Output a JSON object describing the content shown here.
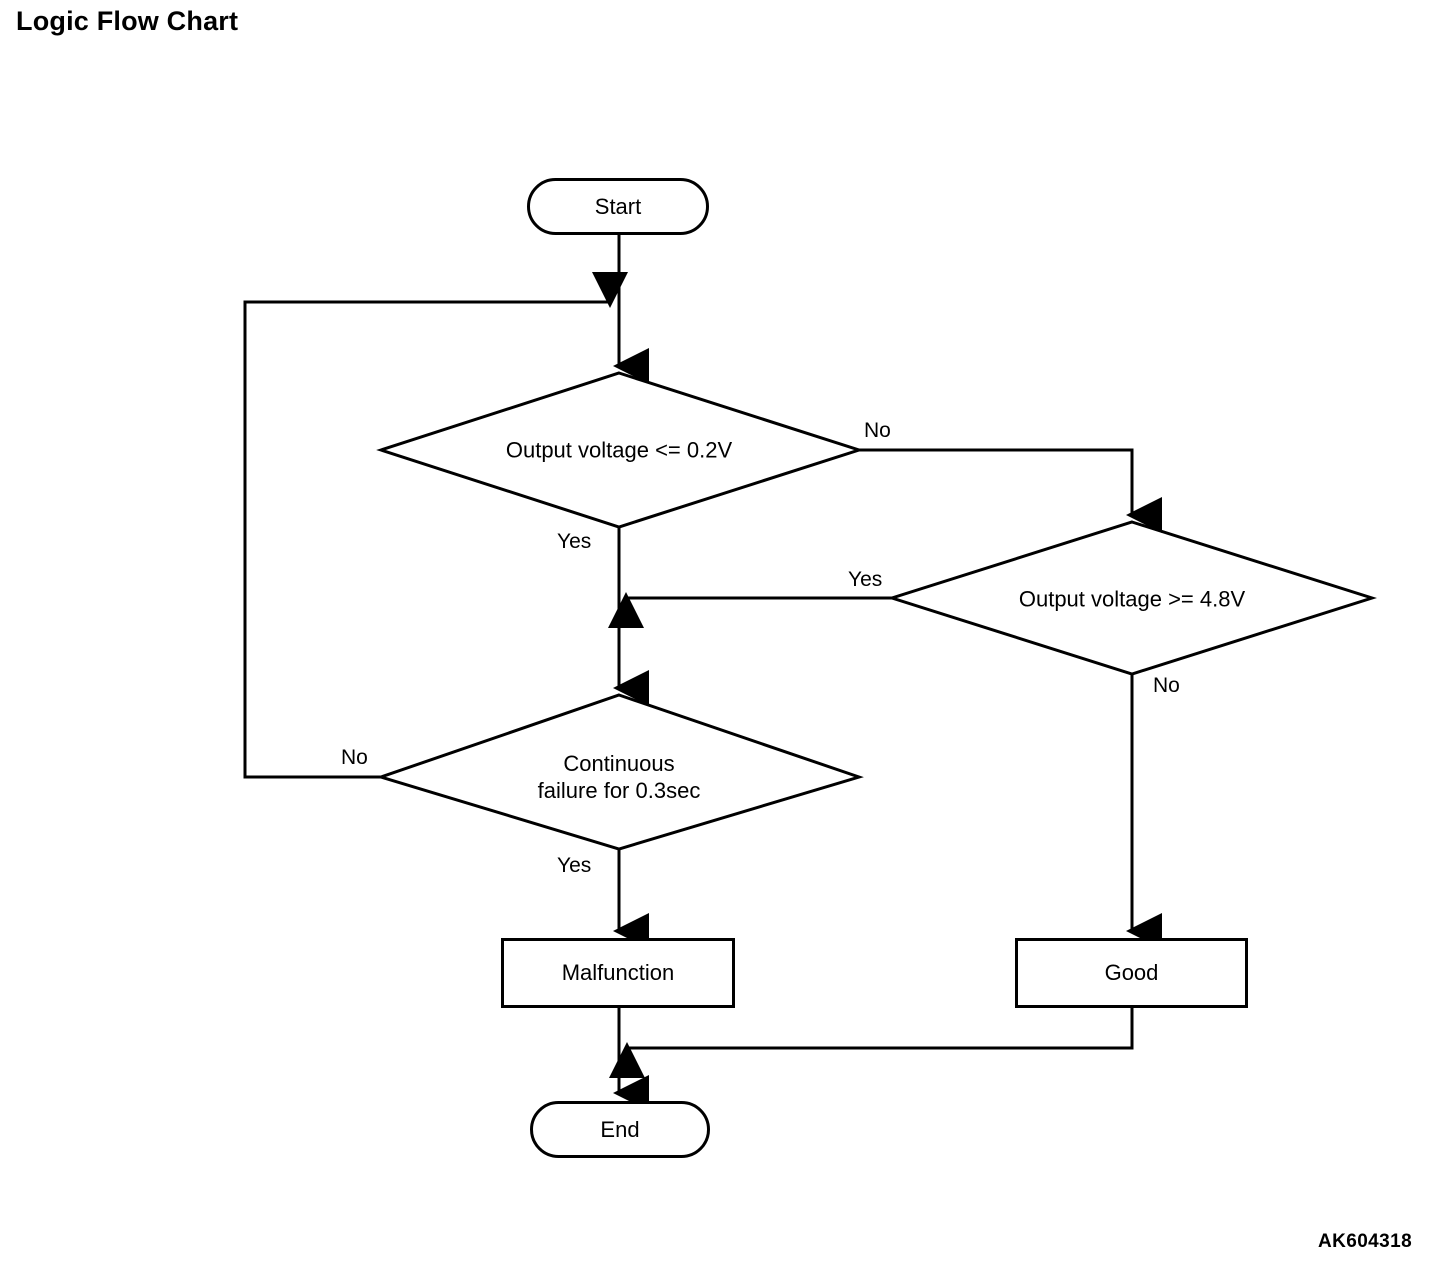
{
  "page": {
    "title": "Logic Flow Chart",
    "figure_code": "AK604318",
    "background_color": "#ffffff",
    "line_color": "#000000"
  },
  "chart_data": {
    "type": "diagram",
    "diagram_kind": "flowchart",
    "title": "Logic Flow Chart",
    "nodes": [
      {
        "id": "start",
        "shape": "terminator",
        "label": "Start"
      },
      {
        "id": "d1",
        "shape": "decision",
        "label": "Output voltage <= 0.2V"
      },
      {
        "id": "d2",
        "shape": "decision",
        "label": "Output voltage >= 4.8V"
      },
      {
        "id": "d3",
        "shape": "decision",
        "label": "Continuous\nfailure for 0.3sec"
      },
      {
        "id": "malfunction",
        "shape": "process",
        "label": "Malfunction"
      },
      {
        "id": "good",
        "shape": "process",
        "label": "Good"
      },
      {
        "id": "end",
        "shape": "terminator",
        "label": "End"
      }
    ],
    "edges": [
      {
        "from": "start",
        "to": "d1",
        "label": ""
      },
      {
        "from": "d1",
        "to": "d3",
        "label": "Yes"
      },
      {
        "from": "d1",
        "to": "d2",
        "label": "No"
      },
      {
        "from": "d2",
        "to": "d3",
        "label": "Yes"
      },
      {
        "from": "d2",
        "to": "good",
        "label": "No"
      },
      {
        "from": "d3",
        "to": "malfunction",
        "label": "Yes"
      },
      {
        "from": "d3",
        "to": "d1",
        "label": "No"
      },
      {
        "from": "malfunction",
        "to": "end",
        "label": ""
      },
      {
        "from": "good",
        "to": "end",
        "label": ""
      }
    ]
  },
  "nodes": {
    "start": {
      "label": "Start"
    },
    "decision1": {
      "label": "Output voltage <= 0.2V"
    },
    "decision2": {
      "label": "Output voltage >= 4.8V"
    },
    "decision3": {
      "label": "Continuous\nfailure for 0.3sec"
    },
    "malfunction": {
      "label": "Malfunction"
    },
    "good": {
      "label": "Good"
    },
    "end": {
      "label": "End"
    }
  },
  "edge_labels": {
    "d1_no": "No",
    "d1_yes": "Yes",
    "d2_yes": "Yes",
    "d2_no": "No",
    "d3_no": "No",
    "d3_yes": "Yes"
  }
}
